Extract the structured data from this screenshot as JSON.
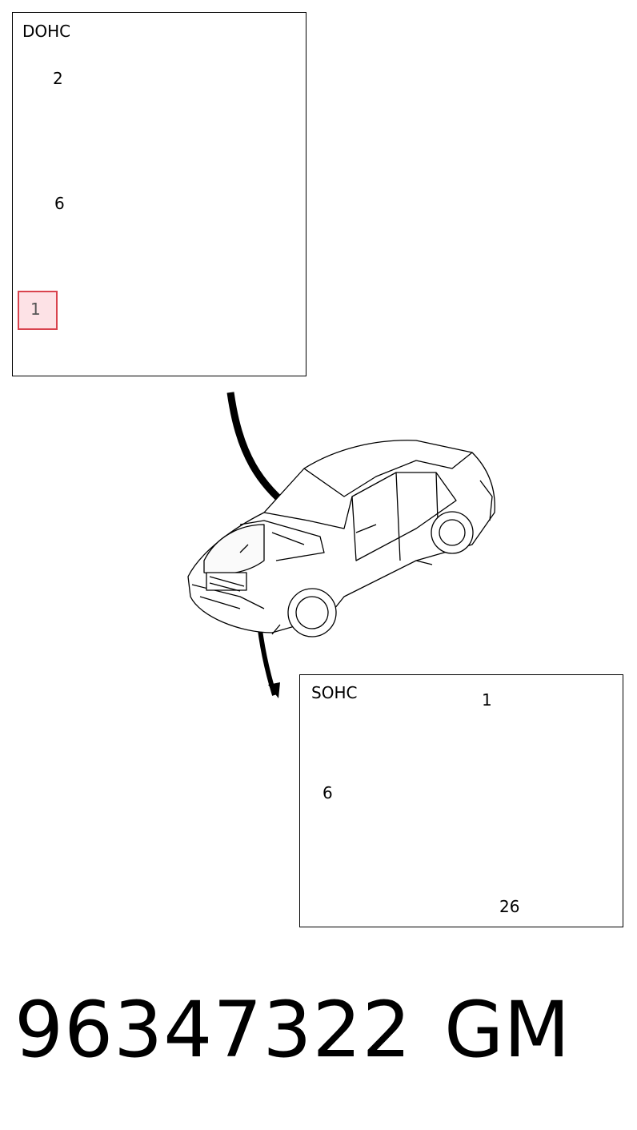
{
  "dohc_panel": {
    "title": "DOHC",
    "callouts": {
      "cover": "2",
      "screw": "6",
      "bracket": "1"
    }
  },
  "sohc_panel": {
    "title": "SOHC",
    "callouts": {
      "bracket": "1",
      "bolt": "6",
      "nut": "26"
    }
  },
  "footer": {
    "part_number": "96347322",
    "brand": "GM"
  },
  "colors": {
    "line": "#000000",
    "highlight_border": "#d9434e",
    "highlight_fill": "#fde2e6"
  }
}
